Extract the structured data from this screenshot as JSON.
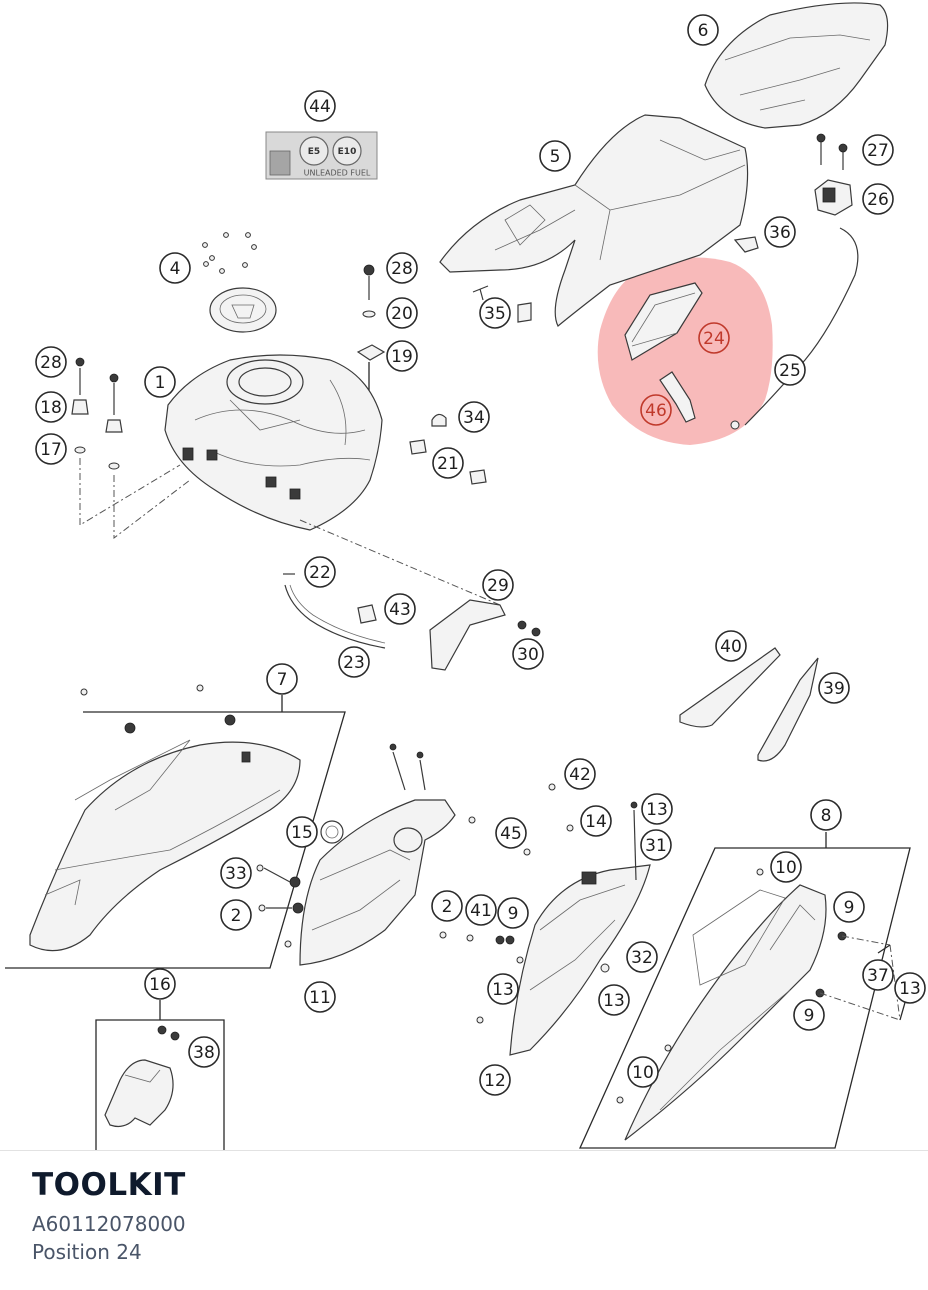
{
  "diagram": {
    "label_44_plate": "UNLEADED FUEL",
    "fuel_badges": [
      "E5",
      "E10"
    ],
    "highlight_color": "#f5a3a3",
    "callouts": [
      {
        "id": "c6",
        "label": "6"
      },
      {
        "id": "c44",
        "label": "44"
      },
      {
        "id": "c5",
        "label": "5"
      },
      {
        "id": "c27",
        "label": "27"
      },
      {
        "id": "c26",
        "label": "26"
      },
      {
        "id": "c36",
        "label": "36"
      },
      {
        "id": "c4",
        "label": "4"
      },
      {
        "id": "c28a",
        "label": "28"
      },
      {
        "id": "c20",
        "label": "20"
      },
      {
        "id": "c35",
        "label": "35"
      },
      {
        "id": "c24",
        "label": "24",
        "highlighted": true
      },
      {
        "id": "c19",
        "label": "19"
      },
      {
        "id": "c28b",
        "label": "28"
      },
      {
        "id": "c1",
        "label": "1"
      },
      {
        "id": "c25",
        "label": "25"
      },
      {
        "id": "c18",
        "label": "18"
      },
      {
        "id": "c34",
        "label": "34"
      },
      {
        "id": "c46",
        "label": "46",
        "highlighted": true
      },
      {
        "id": "c17",
        "label": "17"
      },
      {
        "id": "c21",
        "label": "21"
      },
      {
        "id": "c22",
        "label": "22"
      },
      {
        "id": "c29",
        "label": "29"
      },
      {
        "id": "c43",
        "label": "43"
      },
      {
        "id": "c23",
        "label": "23"
      },
      {
        "id": "c30",
        "label": "30"
      },
      {
        "id": "c40",
        "label": "40"
      },
      {
        "id": "c7",
        "label": "7"
      },
      {
        "id": "c39",
        "label": "39"
      },
      {
        "id": "c42",
        "label": "42"
      },
      {
        "id": "c13a",
        "label": "13"
      },
      {
        "id": "c8",
        "label": "8"
      },
      {
        "id": "c14",
        "label": "14"
      },
      {
        "id": "c15",
        "label": "15"
      },
      {
        "id": "c45",
        "label": "45"
      },
      {
        "id": "c31",
        "label": "31"
      },
      {
        "id": "c10a",
        "label": "10"
      },
      {
        "id": "c33",
        "label": "33"
      },
      {
        "id": "c2a",
        "label": "2"
      },
      {
        "id": "c2b",
        "label": "2"
      },
      {
        "id": "c41",
        "label": "41"
      },
      {
        "id": "c9a",
        "label": "9"
      },
      {
        "id": "c9b",
        "label": "9"
      },
      {
        "id": "c32",
        "label": "32"
      },
      {
        "id": "c37",
        "label": "37"
      },
      {
        "id": "c16",
        "label": "16"
      },
      {
        "id": "c13b",
        "label": "13"
      },
      {
        "id": "c13c",
        "label": "13"
      },
      {
        "id": "c13d",
        "label": "13"
      },
      {
        "id": "c11",
        "label": "11"
      },
      {
        "id": "c9c",
        "label": "9"
      },
      {
        "id": "c38",
        "label": "38"
      },
      {
        "id": "c10b",
        "label": "10"
      },
      {
        "id": "c12",
        "label": "12"
      }
    ]
  },
  "footer": {
    "part_name": "TOOLKIT",
    "part_number": "A60112078000",
    "position_text": "Position 24"
  }
}
